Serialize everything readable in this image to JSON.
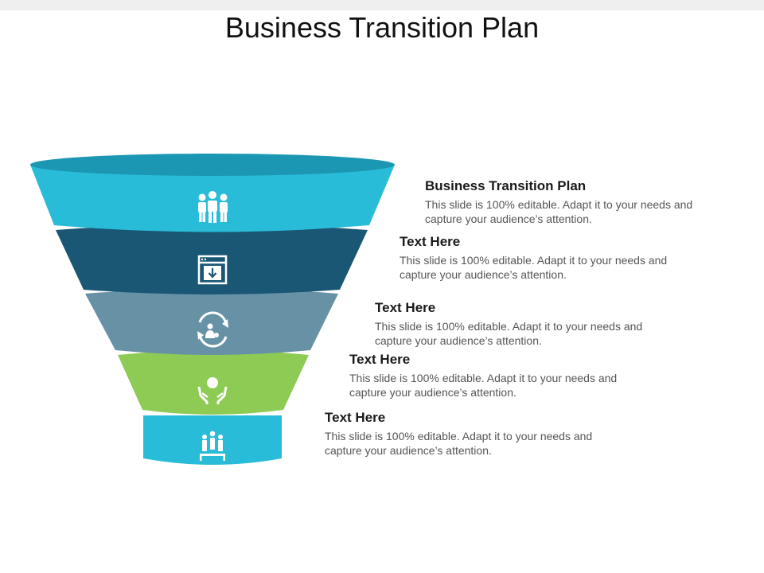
{
  "slide": {
    "title": "Business Transition Plan"
  },
  "colors": {
    "tier1": "#29BCD8",
    "tier1_top": "#1C97B3",
    "tier2": "#1A5775",
    "tier3": "#6792A6",
    "tier4": "#8DCB54",
    "tier5": "#29BCD8",
    "separator": "#FFFFFF"
  },
  "items": [
    {
      "heading": "Business Transition Plan",
      "body": "This slide is 100% editable. Adapt it to your needs and capture your audience’s attention.",
      "icon": "team-icon"
    },
    {
      "heading": "Text Here",
      "body": "This slide is 100% editable. Adapt it to your needs and capture your audience’s attention.",
      "icon": "download-window-icon"
    },
    {
      "heading": "Text Here",
      "body": "This slide is 100% editable. Adapt it to your needs and capture your audience’s attention.",
      "icon": "person-cycle-icon"
    },
    {
      "heading": "Text Here",
      "body": "This slide is 100% editable. Adapt it to your needs and capture your audience’s attention.",
      "icon": "hands-care-icon"
    },
    {
      "heading": "Text Here",
      "body": "This slide is 100% editable. Adapt it to your needs and capture your audience’s attention.",
      "icon": "people-podium-icon"
    }
  ]
}
